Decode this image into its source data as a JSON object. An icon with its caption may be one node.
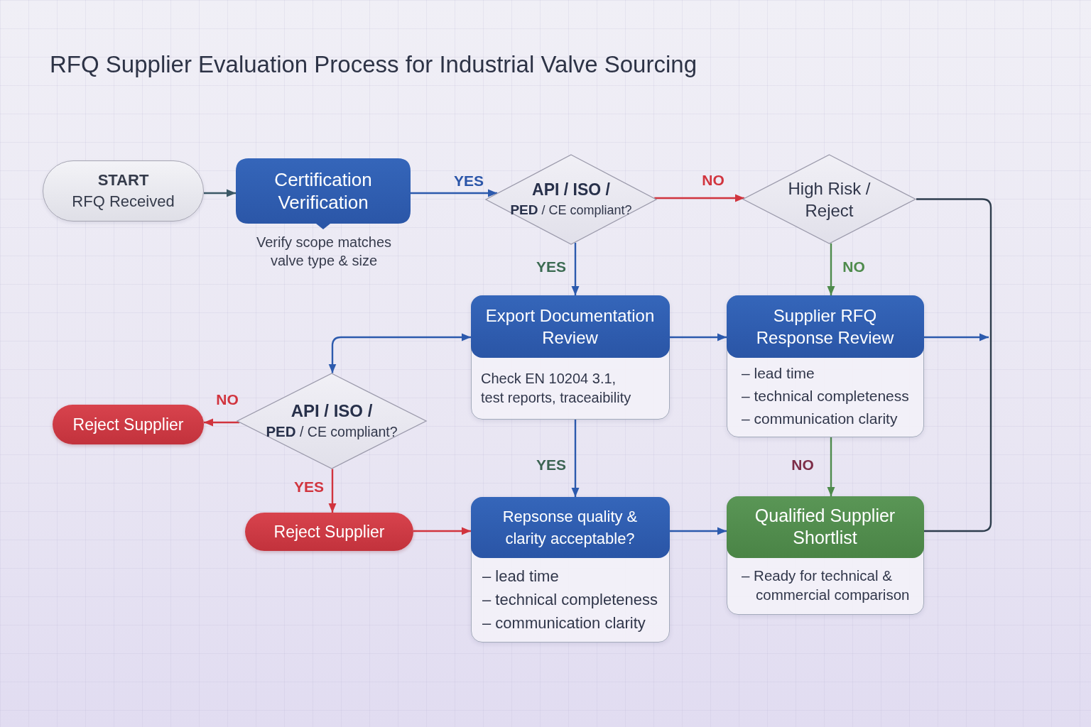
{
  "diagram": {
    "title": "RFQ Supplier Evaluation Process for Industrial Valve Sourcing",
    "nodes": [
      {
        "text": [
          "START",
          "RFQ Received"
        ]
      },
      {
        "text": [
          "Certification Verification"
        ],
        "beside": [
          "Verify scope matches valve type & size"
        ]
      },
      {
        "text": [
          "**API / ISO /** **PED** / CE compliant?"
        ]
      },
      {
        "text": [
          "High Risk / Reject"
        ]
      },
      {
        "text": [
          "Export Documentation Review",
          "Check EN 10204 3.1, test reports, traceaibility"
        ]
      },
      {
        "text": [
          "Supplier RFQ Response Review",
          "– lead time",
          "– technical completeness",
          "– communication clarity"
        ]
      },
      {
        "text": [
          "**API / ISO /** **PED** / CE compliant?"
        ]
      },
      {
        "text": [
          "Reject Supplier"
        ]
      },
      {
        "text": [
          "Reject Supplier"
        ]
      },
      {
        "text": [
          "Repsonse quality & clarity acceptable?",
          "– lead time",
          "– technical completeness",
          "– communication clarity"
        ]
      },
      {
        "text": [
          "Qualified Supplier Shortlist",
          "– Ready for technical & commercial comparison"
        ]
      }
    ],
    "edges": [
      {
        "from": 0,
        "to": 1,
        "arrow": "to",
        "color": "#3b5866"
      },
      {
        "from": 1,
        "to": 2,
        "arrow": "to",
        "label": "YES"
      },
      {
        "from": 2,
        "to": 3,
        "arrow": "to",
        "label": "NO",
        "color": "#d1343e"
      },
      {
        "from": 2,
        "to": 4,
        "arrow": "to",
        "label": "YES"
      },
      {
        "from": 3,
        "to": 5,
        "arrow": "to",
        "label": "NO",
        "color": "#4e8b4c"
      },
      {
        "from": 3,
        "to": 10,
        "arrow": "none",
        "color": "#2e3d4d"
      },
      {
        "from": 4,
        "to": 5,
        "arrow": "to"
      },
      {
        "from": 5,
        "to": null,
        "arrow": "to"
      },
      {
        "from": 4,
        "to": 6,
        "arrow": "both"
      },
      {
        "from": 6,
        "to": 7,
        "arrow": "to",
        "label": "NO",
        "color": "#d1343e"
      },
      {
        "from": 6,
        "to": 8,
        "arrow": "to",
        "label": "YES",
        "color": "#d1343e"
      },
      {
        "from": 8,
        "to": 9,
        "arrow": "to",
        "color": "#d1343e"
      },
      {
        "from": 4,
        "to": 9,
        "arrow": "to",
        "label": "YES"
      },
      {
        "from": 5,
        "to": 10,
        "arrow": "to",
        "label": "NO",
        "color": "#4e8b4c"
      },
      {
        "from": 9,
        "to": 10,
        "arrow": "to"
      }
    ]
  }
}
